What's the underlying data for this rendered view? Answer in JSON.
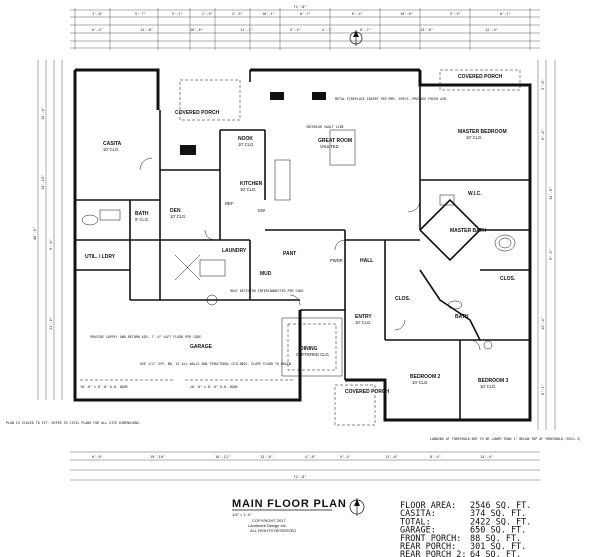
{
  "plan": {
    "overall_dim": "72'-8\"",
    "top_dims": [
      "3'-8\"",
      "5'-7\"",
      "5'-1\"",
      "2'-9\"",
      "2'-5\"",
      "10'-1\"",
      "8'-7\"",
      "6'-4\"",
      "10'-6\"",
      "9'-5\"",
      "8'-1\""
    ],
    "top_dims_row2": [
      "6'-4\"",
      "12'-8\"",
      "10'-6\"",
      "11'-1\"",
      "5'-4\"",
      "4'-1\"",
      "8'-7\"",
      "13'-6\"",
      "12'-4\""
    ],
    "left_dims": [
      "15'-4\"",
      "14'-10\"",
      "9'-4\"",
      "21'-6\"",
      "48'-0\""
    ],
    "right_dims": [
      "5'-8\"",
      "6'-4\"",
      "15'-8\"",
      "9'-5\"",
      "12'-4\"",
      "8'-1\""
    ],
    "bottom_dims": [
      "6'-6\"",
      "19'-10\"",
      "10'-11\"",
      "13'-6\"",
      "4'-8\"",
      "9'-4\"",
      "11'-6\"",
      "8'-4\"",
      "14'-4\""
    ],
    "bottom_overall": "72'-8\"",
    "rooms": {
      "covered_porch_rear": "COVERED PORCH",
      "covered_porch_top": "COVERED PORCH",
      "nook": "NOOK",
      "nook_ceil": "10' CLG.",
      "great_room": "GREAT ROOM",
      "great_room_ceil": "VAULTED",
      "master_bedroom": "MASTER BEDROOM",
      "master_bedroom_ceil": "10' CLG.",
      "master_bath": "MASTER BATH",
      "kitchen": "KITCHEN",
      "kitchen_ceil": "10' CLG.",
      "den": "DEN",
      "den_ceil": "10' CLG.",
      "casita": "CASITA",
      "casita_ceil": "10' CLG.",
      "bath": "BATH",
      "bath_ceil": "9' CLG.",
      "util": "UTIL. / LDRY",
      "laundry": "LAUNDRY",
      "pantry": "PANT",
      "dining": "DINING",
      "dining_ceil": "COFFERED CLG.",
      "entry": "ENTRY",
      "entry_ceil": "10' CLG.",
      "bedroom2": "BEDROOM 2",
      "bedroom2_ceil": "10' CLG.",
      "bedroom3": "BEDROOM 3",
      "bedroom3_ceil": "10' CLG.",
      "bath_secondary": "BATH",
      "closet": "CLOS.",
      "garage": "GARAGE",
      "covered_porch_front": "COVERED PORCH",
      "hall": "HALL",
      "mud": "MUD",
      "wic": "W.I.C.",
      "closets": "CLOS.",
      "dw": "DW",
      "ref": "REF",
      "pwdr": "PWDR"
    },
    "notes": {
      "garage_doors": "16'-0\" x 8'-0\" O.H. DOOR",
      "garage_door_left": "10'-0\" x 8'-0\" O.H. DOOR",
      "fireplace_note": "METAL FIREPLACE INSERT PER MFR. SPECS. PROVIDE FRESH AIR.",
      "heat_detector": "HEAT DETECTOR INTERCONNECTED PER CODE",
      "garage_notes": "USE 1/2\" GYP. BD. AT ALL WALLS AND STRUCTURAL CEILINGS. SLOPE FLOOR TO DRAIN.",
      "hvac_note": "PROVIDE SUPPLY AND RETURN AIR. 7'-0\" LOFT FLOOR PER CODE.",
      "plan_note": "PLAN IS SCALED TO FIT. REFER TO CIVIL PLANS FOR ALL SITE DIMENSIONS.",
      "right_note": "LANDING AT THRESHOLD NOT TO BE LOWER THAN 1\" BELOW TOP OF THRESHOLD (R311.3)",
      "vault_line": "INTERIOR VAULT LINE"
    },
    "title": "MAIN FLOOR PLAN",
    "scale": "1/4\" = 1'-0\"",
    "copyright": "COPYRIGHT 2017",
    "company": "Landmark Design Inc.",
    "rights": "ALL RIGHTS RESERVED",
    "summary": [
      {
        "label": "FLOOR AREA:",
        "value": "2546 SQ. FT."
      },
      {
        "label": "CASITA:",
        "value": "374 SQ. FT."
      },
      {
        "label": "TOTAL:",
        "value": "2422 SQ. FT."
      },
      {
        "label": "GARAGE:",
        "value": "650 SQ. FT."
      },
      {
        "label": "FRONT PORCH:",
        "value": "88 SQ. FT."
      },
      {
        "label": "REAR PORCH:",
        "value": "301 SQ. FT."
      },
      {
        "label": "REAR PORCH 2:",
        "value": "64 SQ. FT."
      }
    ],
    "north_arrow": "N"
  }
}
